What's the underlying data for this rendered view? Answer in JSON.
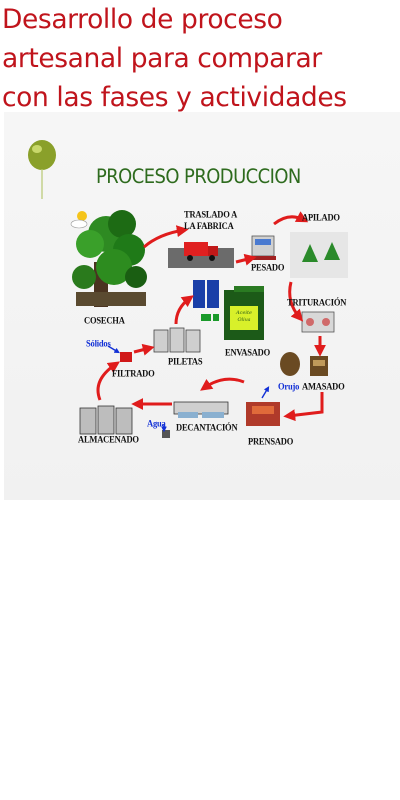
{
  "heading": {
    "text": "Desarrollo de proceso\nartesanal para comparar\ncon las fases y actividades\n("
  },
  "diagram": {
    "title": "PROCESO PRODUCCION",
    "stages": {
      "traslado": "TRASLADO A\nLA FABRICA",
      "apilado": "APILADO",
      "pesado": "PESADO",
      "cosecha": "COSECHA",
      "trituracion": "TRITURACIÓN",
      "envasado": "ENVASADO",
      "piletas": "PILETAS",
      "solidos": "Sólidos",
      "filtrado": "FILTRADO",
      "amasado": "AMASADO",
      "orujo": "Orujo",
      "almacenado": "ALMACENADO",
      "agua": "Agua",
      "decantacion": "DECANTACIÓN",
      "prensado": "PRENSADO"
    },
    "container_label": "Aceite\nOliva",
    "colors": {
      "heading": "#c0141c",
      "title": "#2e6b1e",
      "arrow": "#e01c1c",
      "blue_label": "#1230d6"
    }
  }
}
